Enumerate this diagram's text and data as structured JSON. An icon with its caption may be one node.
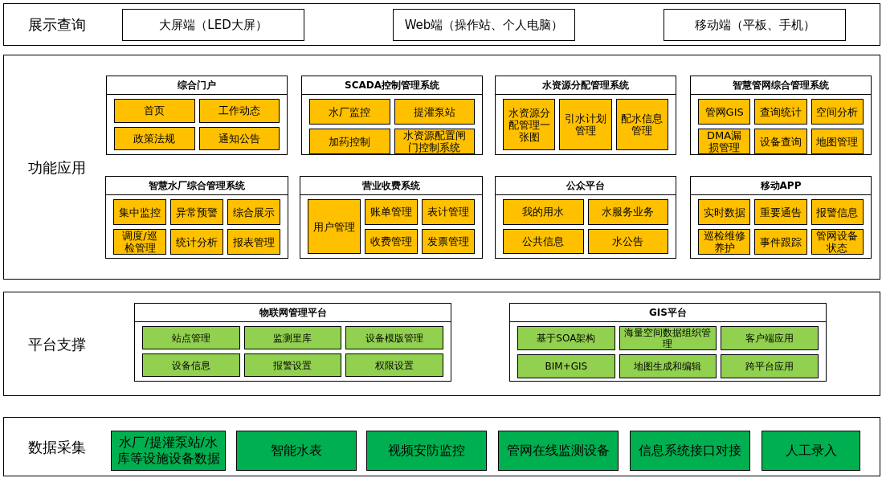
{
  "diagram": {
    "nodes": [
      {
        "text": [
          "展示查询"
        ]
      },
      {
        "text": [
          "大屏端（LED大屏）"
        ],
        "in": 0
      },
      {
        "text": [
          "Web端（操作站、个人电脑）"
        ],
        "in": 0
      },
      {
        "text": [
          "移动端（平板、手机）"
        ],
        "in": 0
      },
      {
        "text": [
          "功能应用"
        ]
      },
      {
        "text": [
          "综合门户"
        ],
        "in": 4
      },
      {
        "text": [
          "首页"
        ],
        "in": 5
      },
      {
        "text": [
          "工作动态"
        ],
        "in": 5
      },
      {
        "text": [
          "政策法规"
        ],
        "in": 5
      },
      {
        "text": [
          "通知公告"
        ],
        "in": 5
      },
      {
        "text": [
          "SCADA控制管理系统"
        ],
        "in": 4
      },
      {
        "text": [
          "水厂监控"
        ],
        "in": 10
      },
      {
        "text": [
          "提灌泵站"
        ],
        "in": 10
      },
      {
        "text": [
          "加药控制"
        ],
        "in": 10
      },
      {
        "text": [
          "水资源配置闸门控制系统"
        ],
        "in": 10
      },
      {
        "text": [
          "水资源分配管理系统"
        ],
        "in": 4
      },
      {
        "text": [
          "水资源分配管理一张图"
        ],
        "in": 15
      },
      {
        "text": [
          "引水计划管理"
        ],
        "in": 15
      },
      {
        "text": [
          "配水信息管理"
        ],
        "in": 15
      },
      {
        "text": [
          "智慧管网综合管理系统"
        ],
        "in": 4
      },
      {
        "text": [
          "管网GIS"
        ],
        "in": 19
      },
      {
        "text": [
          "查询统计"
        ],
        "in": 19
      },
      {
        "text": [
          "空间分析"
        ],
        "in": 19
      },
      {
        "text": [
          "DMA漏损管理"
        ],
        "in": 19
      },
      {
        "text": [
          "设备查询"
        ],
        "in": 19
      },
      {
        "text": [
          "地图管理"
        ],
        "in": 19
      },
      {
        "text": [
          "智慧水厂综合管理系统"
        ],
        "in": 4
      },
      {
        "text": [
          "集中监控"
        ],
        "in": 26
      },
      {
        "text": [
          "异常预警"
        ],
        "in": 26
      },
      {
        "text": [
          "综合展示"
        ],
        "in": 26
      },
      {
        "text": [
          "调度/巡检管理"
        ],
        "in": 26
      },
      {
        "text": [
          "统计分析"
        ],
        "in": 26
      },
      {
        "text": [
          "报表管理"
        ],
        "in": 26
      },
      {
        "text": [
          "营业收费系统"
        ],
        "in": 4
      },
      {
        "text": [
          "用户管理"
        ],
        "in": 33
      },
      {
        "text": [
          "账单管理"
        ],
        "in": 33
      },
      {
        "text": [
          "表计管理"
        ],
        "in": 33
      },
      {
        "text": [
          "收费管理"
        ],
        "in": 33
      },
      {
        "text": [
          "发票管理"
        ],
        "in": 33
      },
      {
        "text": [
          "公众平台"
        ],
        "in": 4
      },
      {
        "text": [
          "我的用水"
        ],
        "in": 39
      },
      {
        "text": [
          "水服务业务"
        ],
        "in": 39
      },
      {
        "text": [
          "公共信息"
        ],
        "in": 39
      },
      {
        "text": [
          "水公告"
        ],
        "in": 39
      },
      {
        "text": [
          "移动APP"
        ],
        "in": 4
      },
      {
        "text": [
          "实时数据"
        ],
        "in": 44
      },
      {
        "text": [
          "重要通告"
        ],
        "in": 44
      },
      {
        "text": [
          "报警信息"
        ],
        "in": 44
      },
      {
        "text": [
          "巡检维修养护"
        ],
        "in": 44
      },
      {
        "text": [
          "事件跟踪"
        ],
        "in": 44
      },
      {
        "text": [
          "管网设备状态"
        ],
        "in": 44
      },
      {
        "text": [
          "平台支撑"
        ]
      },
      {
        "text": [
          "物联网管理平台"
        ],
        "in": 51
      },
      {
        "text": [
          "站点管理"
        ],
        "in": 52
      },
      {
        "text": [
          "监测里库"
        ],
        "in": 52
      },
      {
        "text": [
          "设备模版管理"
        ],
        "in": 52
      },
      {
        "text": [
          "设备信息"
        ],
        "in": 52
      },
      {
        "text": [
          "报警设置"
        ],
        "in": 52
      },
      {
        "text": [
          "权限设置"
        ],
        "in": 52
      },
      {
        "text": [
          "GIS平台"
        ],
        "in": 51
      },
      {
        "text": [
          "基于SOA架构"
        ],
        "in": 59
      },
      {
        "text": [
          "海量空间数据组织管理"
        ],
        "in": 59
      },
      {
        "text": [
          "客户端应用"
        ],
        "in": 59
      },
      {
        "text": [
          "BIM+GIS"
        ],
        "in": 59
      },
      {
        "text": [
          "地图生成和编辑"
        ],
        "in": 59
      },
      {
        "text": [
          "跨平台应用"
        ],
        "in": 59
      },
      {
        "text": [
          "数据采集"
        ]
      },
      {
        "text": [
          "水厂/提灌泵站/水库等设施设备数据"
        ],
        "in": 66
      },
      {
        "text": [
          "智能水表"
        ],
        "in": 66
      },
      {
        "text": [
          "视频安防监控"
        ],
        "in": 66
      },
      {
        "text": [
          "管网在线监测设备"
        ],
        "in": 66
      },
      {
        "text": [
          "信息系统接口对接"
        ],
        "in": 66
      },
      {
        "text": [
          "人工录入"
        ],
        "in": 66
      }
    ]
  }
}
